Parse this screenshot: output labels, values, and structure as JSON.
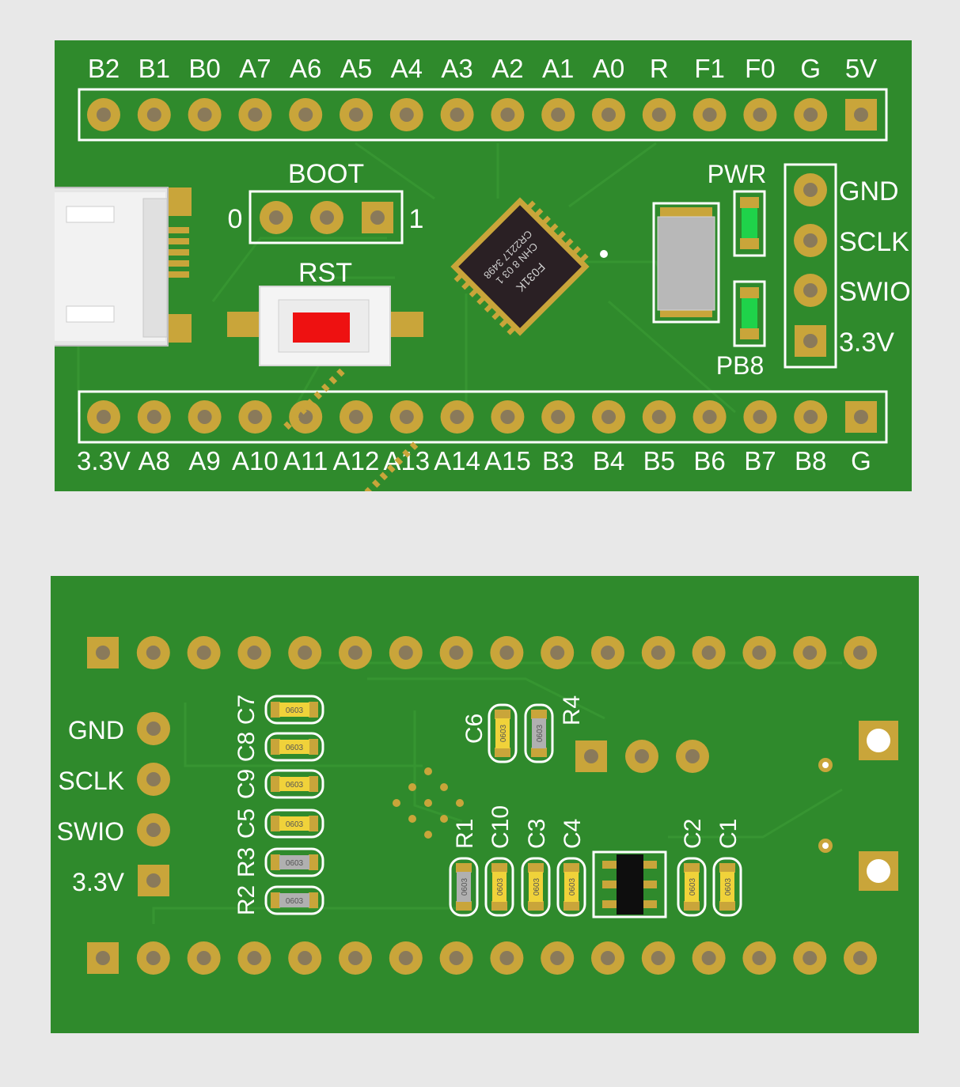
{
  "colors": {
    "pcb": "#2f8a2c",
    "silk": "#ffffff",
    "pad": "#c9a53a",
    "led": "#1fd24a",
    "button": "#ee1111",
    "chip": "#2a2024"
  },
  "top": {
    "top_header_labels": [
      "B2",
      "B1",
      "B0",
      "A7",
      "A6",
      "A5",
      "A4",
      "A3",
      "A2",
      "A1",
      "A0",
      "R",
      "F1",
      "F0",
      "G",
      "5V"
    ],
    "bottom_header_labels": [
      "3.3V",
      "A8",
      "A9",
      "A10",
      "A11",
      "A12",
      "A13",
      "A14",
      "A15",
      "B3",
      "B4",
      "B5",
      "B6",
      "B7",
      "B8",
      "G"
    ],
    "boot_label": "BOOT",
    "boot_0": "0",
    "boot_1": "1",
    "rst_label": "RST",
    "pwr_label": "PWR",
    "pb8_label": "PB8",
    "swd_labels": [
      "GND",
      "SCLK",
      "SWIO",
      "3.3V"
    ],
    "chip_lines": [
      "F031K",
      "CR2217 3498",
      "CHN 8 03 1"
    ]
  },
  "bottom": {
    "swd_labels": [
      "GND",
      "SCLK",
      "SWIO",
      "3.3V"
    ],
    "ref_left": [
      "C7",
      "C8",
      "C9",
      "C5",
      "R3",
      "R2"
    ],
    "ref_c6": "C6",
    "ref_r4": "R4",
    "ref_row": [
      "R1",
      "C10",
      "C3",
      "C4",
      "C2",
      "C1"
    ],
    "pkg": "0603"
  }
}
